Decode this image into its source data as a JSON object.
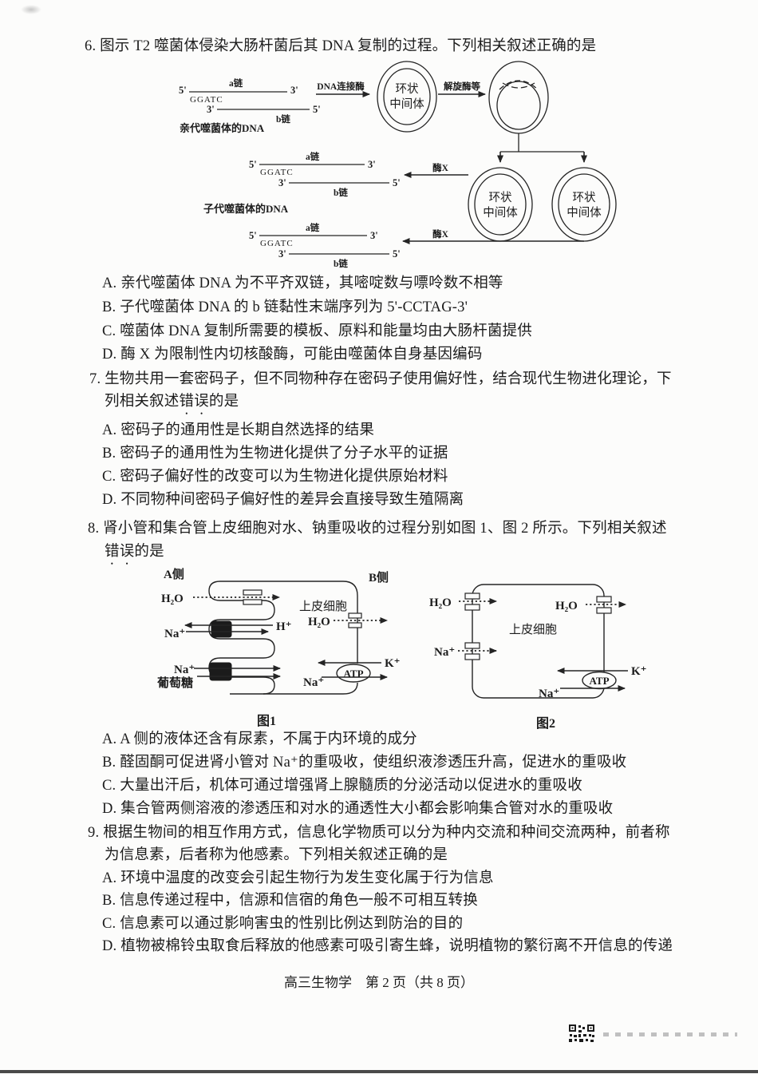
{
  "page": {
    "footer": "高三生物学　第 2 页（共 8 页）"
  },
  "q6": {
    "stem": "6. 图示 T2 噬菌体侵染大肠杆菌后其 DNA 复制的过程。下列相关叙述正确的是",
    "options": [
      "A. 亲代噬菌体 DNA 为不平齐双链，其嘧啶数与嘌呤数不相等",
      "B. 子代噬菌体 DNA 的 b 链黏性末端序列为 5'-CCTAG-3'",
      "C. 噬菌体 DNA 复制所需要的模板、原料和能量均由大肠杆菌提供",
      "D. 酶 X 为限制性内切核酸酶，可能由噬菌体自身基因编码"
    ],
    "diagram": {
      "five": "5'",
      "three": "3'",
      "strand_a": "a链",
      "strand_b": "b链",
      "sticky": "GGATC",
      "parent": "亲代噬菌体的DNA",
      "child": "子代噬菌体的DNA",
      "ligase": "DNA连接酶",
      "helicase": "解旋酶等",
      "ring_line1": "环状",
      "ring_line2": "中间体",
      "enzyme_x": "酶X"
    }
  },
  "q7": {
    "stem1": "7. 生物共用一套密码子，但不同物种存在密码子使用偏好性，结合现代生物进化理论，下",
    "stem2_pre": "列相关叙述",
    "stem2_emph": "错误",
    "stem2_post": "的是",
    "options": [
      "A. 密码子的通用性是长期自然选择的结果",
      "B. 密码子的通用性为生物进化提供了分子水平的证据",
      "C. 密码子偏好性的改变可以为生物进化提供原始材料",
      "D. 不同物种间密码子偏好性的差异会直接导致生殖隔离"
    ]
  },
  "q8": {
    "stem1": "8. 肾小管和集合管上皮细胞对水、钠重吸收的过程分别如图 1、图 2 所示。下列相关叙述",
    "stem2_emph": "错误",
    "stem2_post": "的是",
    "options": [
      "A. A 侧的液体还含有尿素，不属于内环境的成分",
      "B. 醛固酮可促进肾小管对 Na⁺的重吸收，使组织液渗透压升高，促进水的重吸收",
      "C. 大量出汗后，机体可通过增强肾上腺髓质的分泌活动以促进水的重吸收",
      "D. 集合管两侧溶液的渗透压和对水的通透性大小都会影响集合管对水的重吸收"
    ],
    "fig1": {
      "side_a": "A侧",
      "side_b": "B侧",
      "h2o": "H₂O",
      "cell": "上皮细胞",
      "na": "Na⁺",
      "h": "H⁺",
      "glucose": "葡萄糖",
      "k": "K⁺",
      "atp": "ATP",
      "caption": "图1"
    },
    "fig2": {
      "h2o": "H₂O",
      "na": "Na⁺",
      "cell": "上皮细胞",
      "k": "K⁺",
      "atp": "ATP",
      "caption": "图2"
    }
  },
  "q9": {
    "stem1": "9. 根据生物间的相互作用方式，信息化学物质可以分为种内交流和种间交流两种，前者称",
    "stem2": "为信息素，后者称为他感素。下列相关叙述正确的是",
    "options": [
      "A. 环境中温度的改变会引起生物行为发生变化属于行为信息",
      "B. 信息传递过程中，信源和信宿的角色一般不可相互转换",
      "C. 信息素可以通过影响害虫的性别比例达到防治的目的",
      "D. 植物被棉铃虫取食后释放的他感素可吸引寄生蜂，说明植物的繁衍离不开信息的传递"
    ]
  }
}
